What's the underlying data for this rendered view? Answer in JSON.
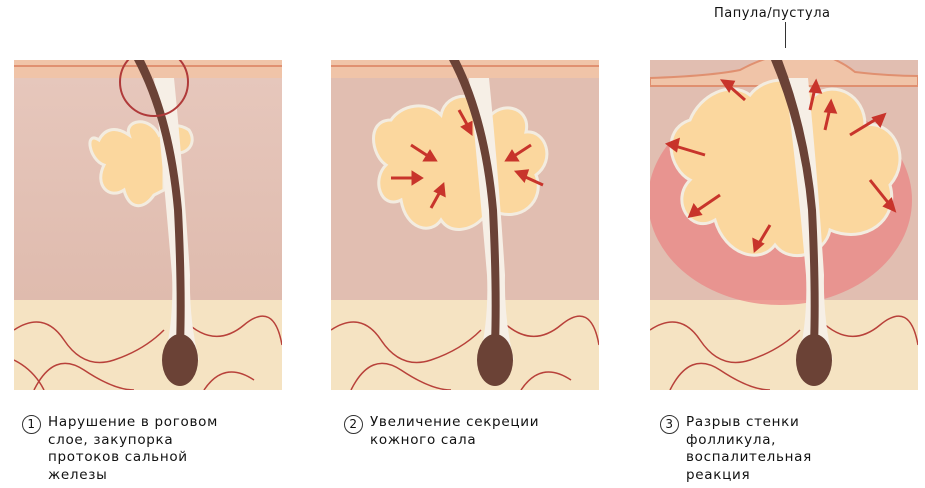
{
  "top_label": "Папула/пустула",
  "steps": [
    {
      "number": "1",
      "text": "Нарушение в роговом\nслое, закупорка\nпротоков сальной\nжелезы"
    },
    {
      "number": "2",
      "text": "Увеличение секреции\nкожного сала"
    },
    {
      "number": "3",
      "text": "Разрыв стенки\nфолликула,\nвоспалительная\nреакция"
    }
  ],
  "colors": {
    "skin_surface": "#f0c4a8",
    "dermis": "#e2bfb2",
    "sebum": "#fbd79e",
    "hair": "#6b4236",
    "vessels": "#b8413a",
    "fat": "#f7e6c4",
    "arrows": "#c8342b",
    "inflammation": "#e98686",
    "highlight_circle": "#b03a3a"
  },
  "icons": [
    "arrow-icon",
    "highlight-circle-icon"
  ]
}
